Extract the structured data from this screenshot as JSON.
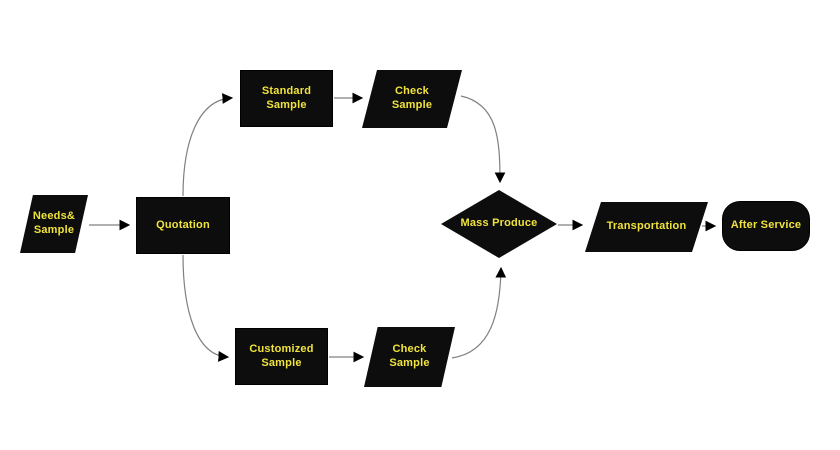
{
  "diagram": {
    "type": "flowchart",
    "colors": {
      "background": "#ffffff",
      "shape_fill": "#0d0d0d",
      "text_color": "#f0e33c",
      "connector": "#808080",
      "arrowhead": "#000000"
    },
    "nodes": [
      {
        "id": "needs-sample",
        "shape": "parallelogram",
        "label": "Needs&\nSample"
      },
      {
        "id": "quotation",
        "shape": "rectangle",
        "label": "Quotation"
      },
      {
        "id": "standard-sample",
        "shape": "rectangle",
        "label": "Standard\nSample"
      },
      {
        "id": "check-sample-top",
        "shape": "parallelogram",
        "label": "Check\nSample"
      },
      {
        "id": "customized-sample",
        "shape": "rectangle",
        "label": "Customized\nSample"
      },
      {
        "id": "check-sample-bottom",
        "shape": "parallelogram",
        "label": "Check\nSample"
      },
      {
        "id": "mass-produce",
        "shape": "diamond",
        "label": "Mass Produce"
      },
      {
        "id": "transportation",
        "shape": "parallelogram",
        "label": "Transportation"
      },
      {
        "id": "after-service",
        "shape": "terminator",
        "label": "After Service"
      }
    ],
    "edges": [
      {
        "from": "needs-sample",
        "to": "quotation"
      },
      {
        "from": "quotation",
        "to": "standard-sample"
      },
      {
        "from": "quotation",
        "to": "customized-sample"
      },
      {
        "from": "standard-sample",
        "to": "check-sample-top"
      },
      {
        "from": "customized-sample",
        "to": "check-sample-bottom"
      },
      {
        "from": "check-sample-top",
        "to": "mass-produce"
      },
      {
        "from": "check-sample-bottom",
        "to": "mass-produce"
      },
      {
        "from": "mass-produce",
        "to": "transportation"
      },
      {
        "from": "transportation",
        "to": "after-service"
      }
    ]
  }
}
